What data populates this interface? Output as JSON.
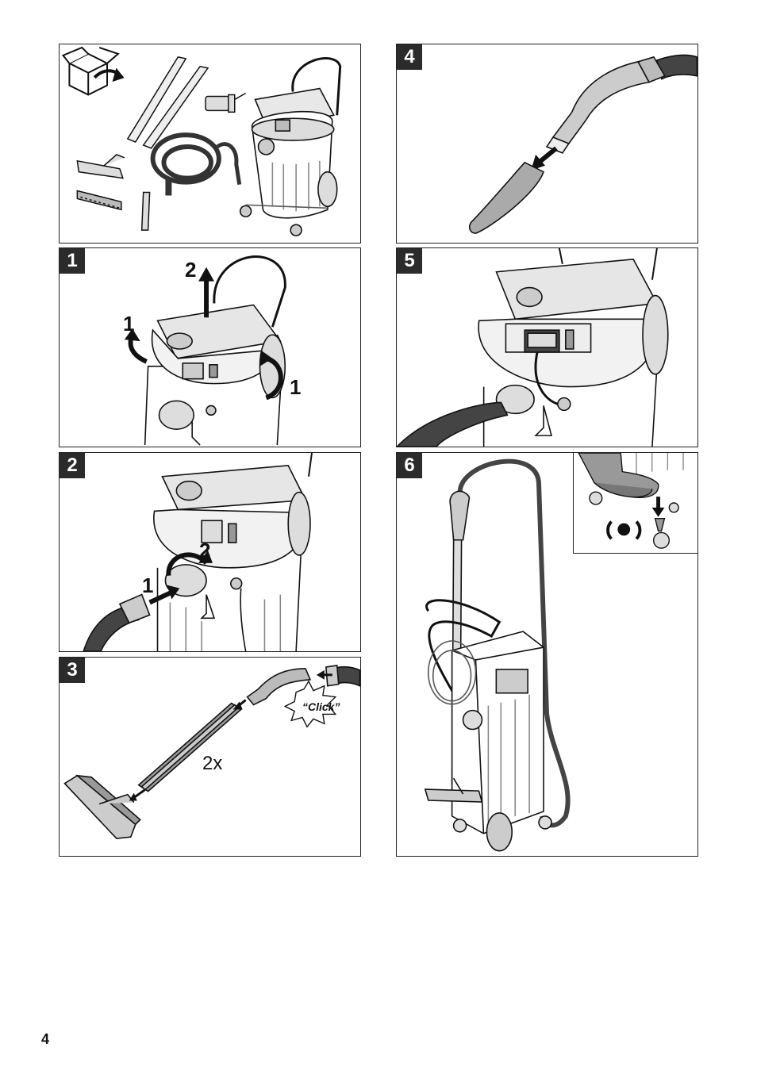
{
  "page_number": "4",
  "panels": {
    "contents": {
      "badge": ""
    },
    "step1": {
      "badge": "1",
      "callouts": [
        "1",
        "2",
        "1"
      ]
    },
    "step2": {
      "badge": "2",
      "callouts": [
        "1",
        "2"
      ]
    },
    "step3": {
      "badge": "3",
      "click": "“Click”",
      "multiplier": "2x"
    },
    "step4": {
      "badge": "4"
    },
    "step5": {
      "badge": "5"
    },
    "step6": {
      "badge": "6"
    }
  },
  "icons": {
    "box": "box-unpack-icon",
    "arrow": "arrow-icon",
    "lock": "wheel-lock-icon"
  }
}
